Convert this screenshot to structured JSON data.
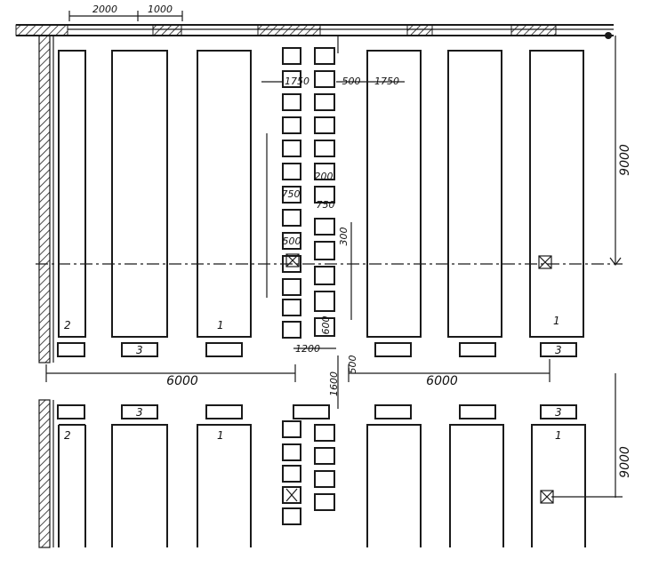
{
  "labels": {
    "top_dim_a": "2000",
    "top_dim_b": "1000",
    "dim_left_6000": "6000",
    "dim_right_6000": "6000",
    "dim_top_9000": "9000",
    "dim_bottom_9000": "9000",
    "dim_1200": "1200",
    "dim_1750_a": "1750",
    "dim_1750_b": "1750",
    "dim_500_top": "500",
    "dim_750_a": "750",
    "dim_750_b": "750",
    "dim_200_box": "200",
    "dim_500_mid": "500",
    "dim_600_low": "600",
    "dim_1600": "1600",
    "dim_500_v": "500",
    "dim_300_top": "300"
  },
  "markers": {
    "m1_upper_left": "1",
    "m1_upper_right": "1",
    "m2_upper": "2",
    "m3_upper_1": "3",
    "m3_upper_2": "3",
    "m2_lower": "2",
    "m1_lower_left": "1",
    "m1_lower_right": "1",
    "m3_lower_1": "3",
    "m3_lower_2": "3"
  }
}
